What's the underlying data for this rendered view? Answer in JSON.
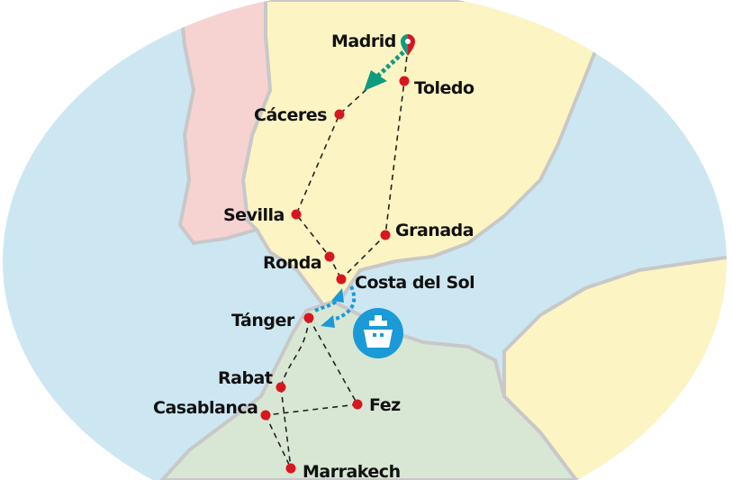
{
  "map": {
    "colors": {
      "sea": "#cde7f2",
      "spain": "#fdf4c3",
      "portugal": "#f6d3d1",
      "morocco": "#d8e7d4",
      "coast": "#c8c8c8",
      "city": "#d7171f",
      "route": "#222222",
      "land_route": "#0e9b7f",
      "ferry": "#1a9ad6"
    },
    "cities": [
      {
        "name": "Madrid",
        "marker": "start-pin"
      },
      {
        "name": "Toledo"
      },
      {
        "name": "Cáceres"
      },
      {
        "name": "Sevilla"
      },
      {
        "name": "Ronda"
      },
      {
        "name": "Granada"
      },
      {
        "name": "Costa del Sol"
      },
      {
        "name": "Tánger"
      },
      {
        "name": "Rabat"
      },
      {
        "name": "Casablanca"
      },
      {
        "name": "Fez"
      },
      {
        "name": "Marrakech"
      }
    ],
    "ferry_icon": "ship-icon"
  }
}
